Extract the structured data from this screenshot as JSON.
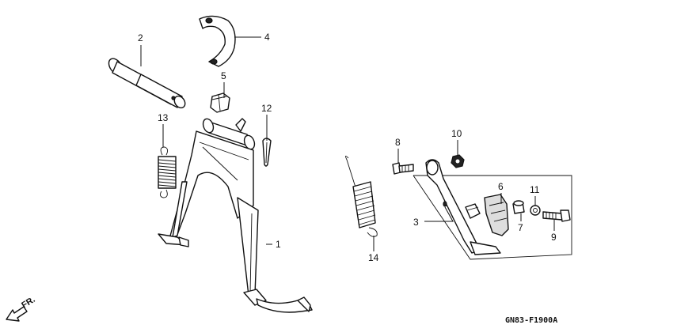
{
  "callouts": [
    {
      "id": "1",
      "label": "1"
    },
    {
      "id": "2",
      "label": "2"
    },
    {
      "id": "3",
      "label": "3"
    },
    {
      "id": "4",
      "label": "4"
    },
    {
      "id": "5",
      "label": "5"
    },
    {
      "id": "6",
      "label": "6"
    },
    {
      "id": "7",
      "label": "7"
    },
    {
      "id": "8",
      "label": "8"
    },
    {
      "id": "9",
      "label": "9"
    },
    {
      "id": "10",
      "label": "10"
    },
    {
      "id": "11",
      "label": "11"
    },
    {
      "id": "12",
      "label": "12"
    },
    {
      "id": "13",
      "label": "13"
    },
    {
      "id": "14",
      "label": "14"
    }
  ],
  "direction_label": "FR.",
  "diagram_code": "GN83-F1900A"
}
